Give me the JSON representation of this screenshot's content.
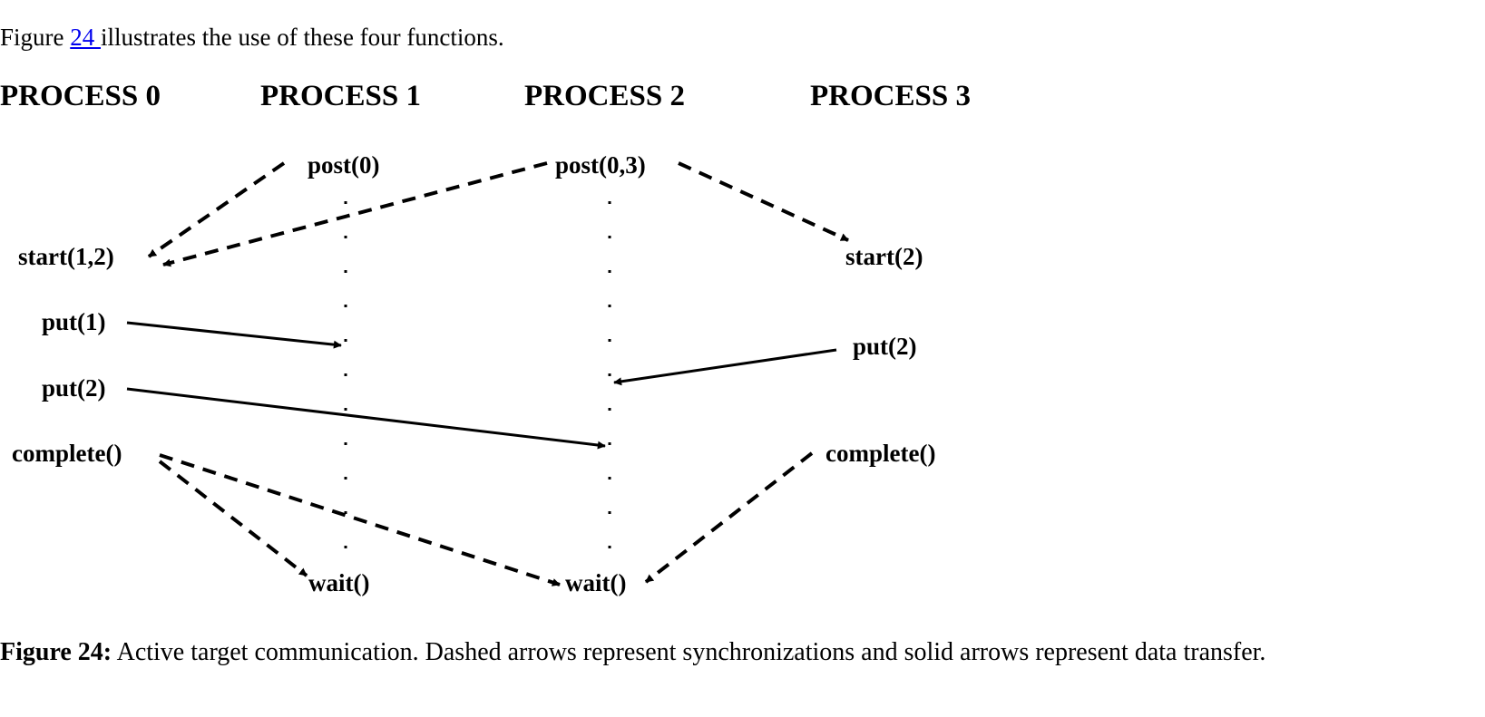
{
  "intro": {
    "before": "Figure ",
    "link": "24 ",
    "after": "illustrates the use of these four functions."
  },
  "figure": {
    "process_headers": [
      "PROCESS 0",
      "PROCESS 1",
      "PROCESS 2",
      "PROCESS 3"
    ],
    "calls": {
      "p0_start": "start(1,2)",
      "p0_put1": "put(1)",
      "p0_put2": "put(2)",
      "p0_complete": "complete()",
      "p1_post": "post(0)",
      "p1_wait": "wait()",
      "p2_post": "post(0,3)",
      "p2_wait": "wait()",
      "p3_start": "start(2)",
      "p3_put": "put(2)",
      "p3_complete": "complete()"
    }
  },
  "caption": {
    "label": "Figure 24:",
    "text": " Active target communication. Dashed arrows represent synchronizations and solid arrows represent data transfer."
  }
}
